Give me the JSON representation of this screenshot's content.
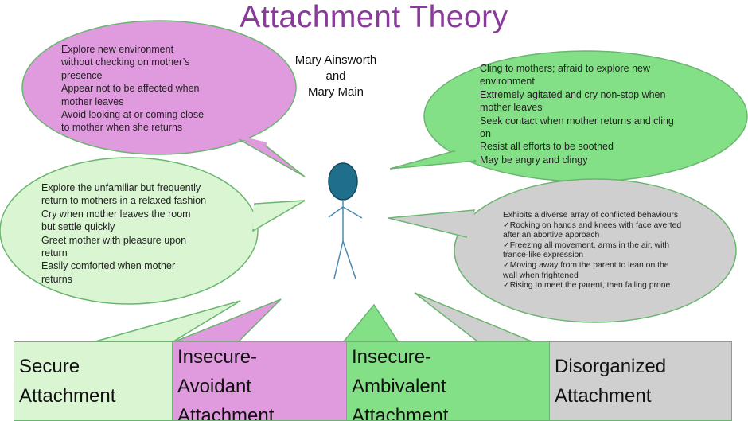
{
  "title": "Attachment Theory",
  "authors": [
    "Mary Ainsworth",
    "and",
    "Mary Main"
  ],
  "colors": {
    "title": "#8a3a9a",
    "avoidant": "#e09ade",
    "ambivalent": "#84e086",
    "secure": "#d9f5d2",
    "disorganized": "#cfcfcf",
    "border": "#6ab56f",
    "figure_head": "#1f6e8c"
  },
  "bubbles": {
    "avoidant": [
      "Explore new environment",
      "without checking on mother’s",
      "presence",
      "Appear not to be affected when",
      "mother leaves",
      "Avoid looking at or coming close",
      "to mother when she returns"
    ],
    "ambivalent": [
      "Cling to mothers; afraid to explore new",
      "environment",
      "Extremely agitated and cry non-stop when",
      "mother leaves",
      "Seek contact when mother returns and cling",
      "on",
      "Resist all efforts to be soothed",
      "May be angry and clingy"
    ],
    "secure": [
      "Explore the unfamiliar but frequently",
      "return to mothers in a relaxed fashion",
      "Cry when mother leaves the room",
      "but settle quickly",
      "Greet mother with pleasure upon",
      "return",
      "Easily comforted when mother",
      "returns"
    ],
    "disorganized": [
      "Exhibits a diverse array of conflicted behaviours",
      "✓Rocking on hands and knees with face averted",
      "after an abortive approach",
      "✓Freezing all movement, arms in the air, with",
      "trance-like expression",
      "✓Moving away from the parent to lean on the",
      "wall when frightened",
      "✓Rising to meet the parent, then falling prone"
    ]
  },
  "boxes": {
    "secure": [
      "Secure",
      "Attachment"
    ],
    "avoidant": [
      "Insecure-",
      "Avoidant",
      "Attachment"
    ],
    "ambivalent": [
      "Insecure-",
      "Ambivalent",
      "Attachment"
    ],
    "disorganized": [
      "Disorganized",
      "Attachment"
    ]
  }
}
